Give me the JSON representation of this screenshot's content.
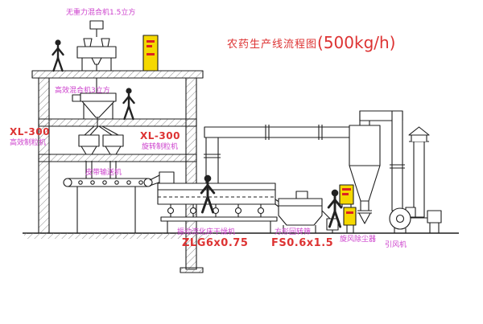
{
  "title": {
    "cn": "农药生产线流程图",
    "capacity": "(500kg/h)"
  },
  "labels": {
    "top_mixer": "无重力混合机1.5立方",
    "mixer2": "高效混合机3立方",
    "xl300_left": "XL-300",
    "granulator_left": "高效制粒机",
    "xl300_right": "XL-300",
    "granulator_right": "旋转制粒机",
    "conveyor": "皮带输送机",
    "dryer": "振动流化床干燥机",
    "dryer_model": "ZLG6x0.75",
    "sieve": "方形回转筛",
    "sieve_model": "FS0.6x1.5",
    "cyclone": "旋风除尘器",
    "fan": "引风机"
  },
  "colors": {
    "line": "#1d1d1d",
    "label_magenta": "#cc3fcc",
    "label_red": "#dd3333",
    "cabinet_yellow": "#f5d800"
  }
}
